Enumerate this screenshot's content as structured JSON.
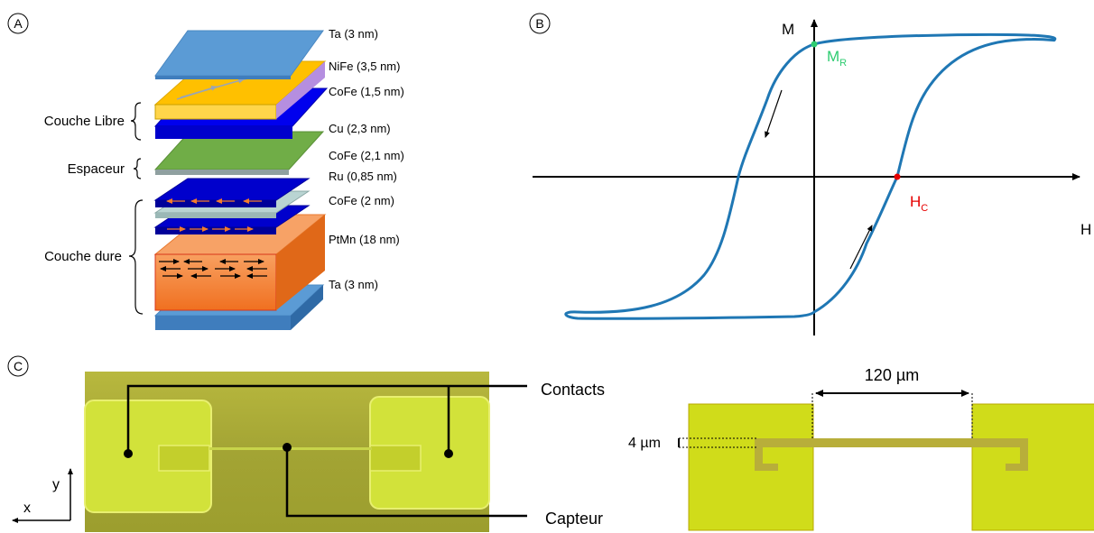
{
  "panels": {
    "a": {
      "marker": "A",
      "layers": [
        {
          "label": "Ta (3 nm)"
        },
        {
          "label": "NiFe (3,5 nm)"
        },
        {
          "label": "CoFe (1,5 nm)"
        },
        {
          "label": "Cu (2,3 nm)"
        },
        {
          "label": "CoFe (2,1 nm)"
        },
        {
          "label": "Ru (0,85 nm)"
        },
        {
          "label": "CoFe (2 nm)"
        },
        {
          "label": "PtMn (18 nm)"
        },
        {
          "label": "Ta (3 nm)"
        }
      ],
      "groups": {
        "couche_libre": "Couche Libre",
        "espaceur": "Espaceur",
        "couche_dure": "Couche dure"
      }
    },
    "b": {
      "marker": "B",
      "axis_m": "M",
      "axis_h": "H",
      "mr": {
        "main": "M",
        "sub": "R"
      },
      "hc": {
        "main": "H",
        "sub": "C"
      }
    },
    "c": {
      "marker": "C",
      "contacts": "Contacts",
      "capteur": "Capteur",
      "axis_x": "x",
      "axis_y": "y",
      "width_dim": "120 µm",
      "thickness_dim": "4 µm"
    }
  },
  "colors": {
    "ta": "#5b9bd5",
    "nife": "#ffc000",
    "cofe": "#0000cc",
    "cu": "#70ad47",
    "ru": "#a9c4c4",
    "ptmn": "#f47c2b",
    "loop": "#1f77b4",
    "mr": "#2ecc71",
    "hc": "#e60000",
    "photo_bg": "#a4a532",
    "pad": "#d8e800"
  }
}
